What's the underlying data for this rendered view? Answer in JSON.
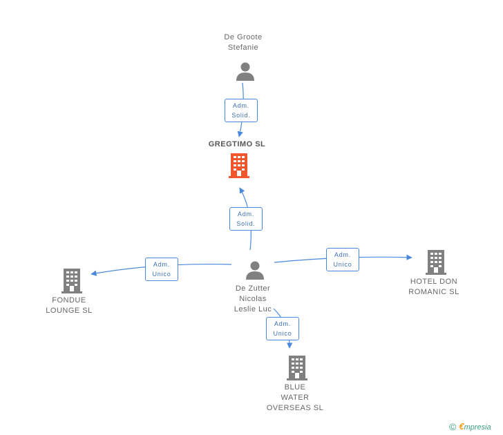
{
  "colors": {
    "edge": "#4a89dc",
    "person_icon": "#808080",
    "company_icon": "#808080",
    "main_company_icon": "#f0562b"
  },
  "nodes": {
    "de_groote": {
      "lines": [
        "De Groote",
        "Stefanie"
      ],
      "icon": "person-icon"
    },
    "gregtimo": {
      "lines": [
        "GREGTIMO SL"
      ],
      "icon": "building-icon"
    },
    "de_zutter": {
      "lines": [
        "De Zutter",
        "Nicolas",
        "Leslie Luc"
      ],
      "icon": "person-icon"
    },
    "fondue": {
      "lines": [
        "FONDUE",
        "LOUNGE SL"
      ],
      "icon": "building-icon"
    },
    "hotel": {
      "lines": [
        "HOTEL DON",
        "ROMANIC SL"
      ],
      "icon": "building-icon"
    },
    "blue": {
      "lines": [
        "BLUE",
        "WATER",
        "OVERSEAS SL"
      ],
      "icon": "building-icon"
    }
  },
  "edges": {
    "groote_gregtimo": {
      "lines": [
        "Adm.",
        "Solid."
      ]
    },
    "zutter_gregtimo": {
      "lines": [
        "Adm.",
        "Solid."
      ]
    },
    "zutter_fondue": {
      "lines": [
        "Adm.",
        "Unico"
      ]
    },
    "zutter_hotel": {
      "lines": [
        "Adm.",
        "Unico"
      ]
    },
    "zutter_blue": {
      "lines": [
        "Adm.",
        "Unico"
      ]
    }
  },
  "footer": {
    "copyright": "©",
    "brand_initial": "€",
    "brand_rest": "mpresia"
  }
}
